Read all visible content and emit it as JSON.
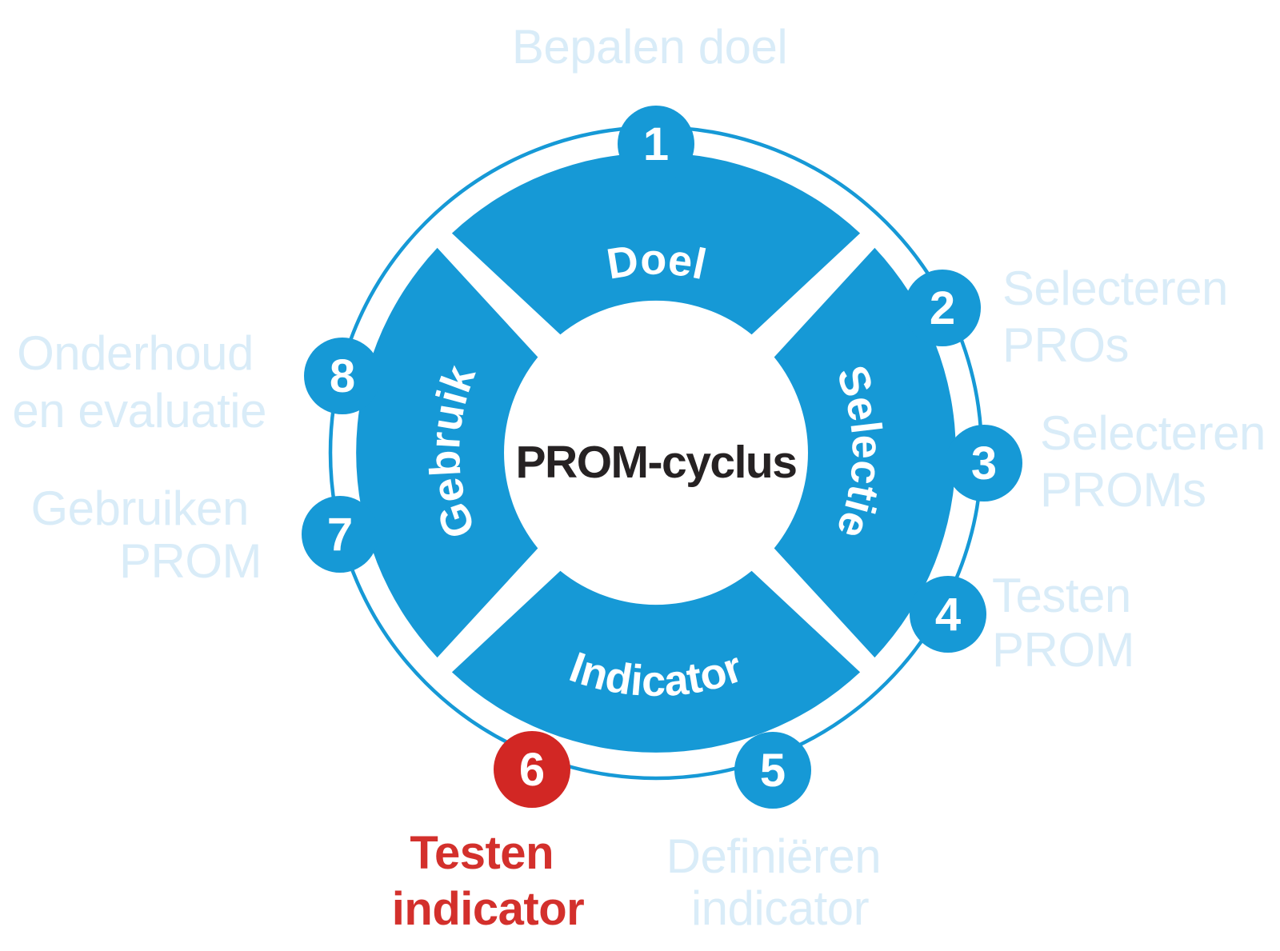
{
  "diagram": {
    "center_title": "PROM-cyclus",
    "quadrants": [
      {
        "id": "doel",
        "label": "Doel"
      },
      {
        "id": "selectie",
        "label": "Selectie"
      },
      {
        "id": "indicator",
        "label": "Indicator"
      },
      {
        "id": "gebruik",
        "label": "Gebruik"
      }
    ],
    "steps": [
      {
        "number": "1",
        "lines": [
          "Bepalen doel",
          ""
        ],
        "highlighted": false
      },
      {
        "number": "2",
        "lines": [
          "Selecteren",
          "PROs"
        ],
        "highlighted": false
      },
      {
        "number": "3",
        "lines": [
          "Selecteren",
          "PROMs"
        ],
        "highlighted": false
      },
      {
        "number": "4",
        "lines": [
          "Testen",
          "PROM"
        ],
        "highlighted": false
      },
      {
        "number": "5",
        "lines": [
          "Definiëren",
          "indicator"
        ],
        "highlighted": false
      },
      {
        "number": "6",
        "lines": [
          "Testen",
          "indicator"
        ],
        "highlighted": true
      },
      {
        "number": "7",
        "lines": [
          "Gebruiken",
          "PROM"
        ],
        "highlighted": false
      },
      {
        "number": "8",
        "lines": [
          "Onderhoud",
          "en evaluatie"
        ],
        "highlighted": false
      }
    ],
    "colors": {
      "wheel_blue": "#1699D6",
      "label_light_blue": "#D9ECF8",
      "highlight_red": "#D22724",
      "center_text_dark": "#262223",
      "wheel_text_white": "#FFFFFF"
    }
  }
}
